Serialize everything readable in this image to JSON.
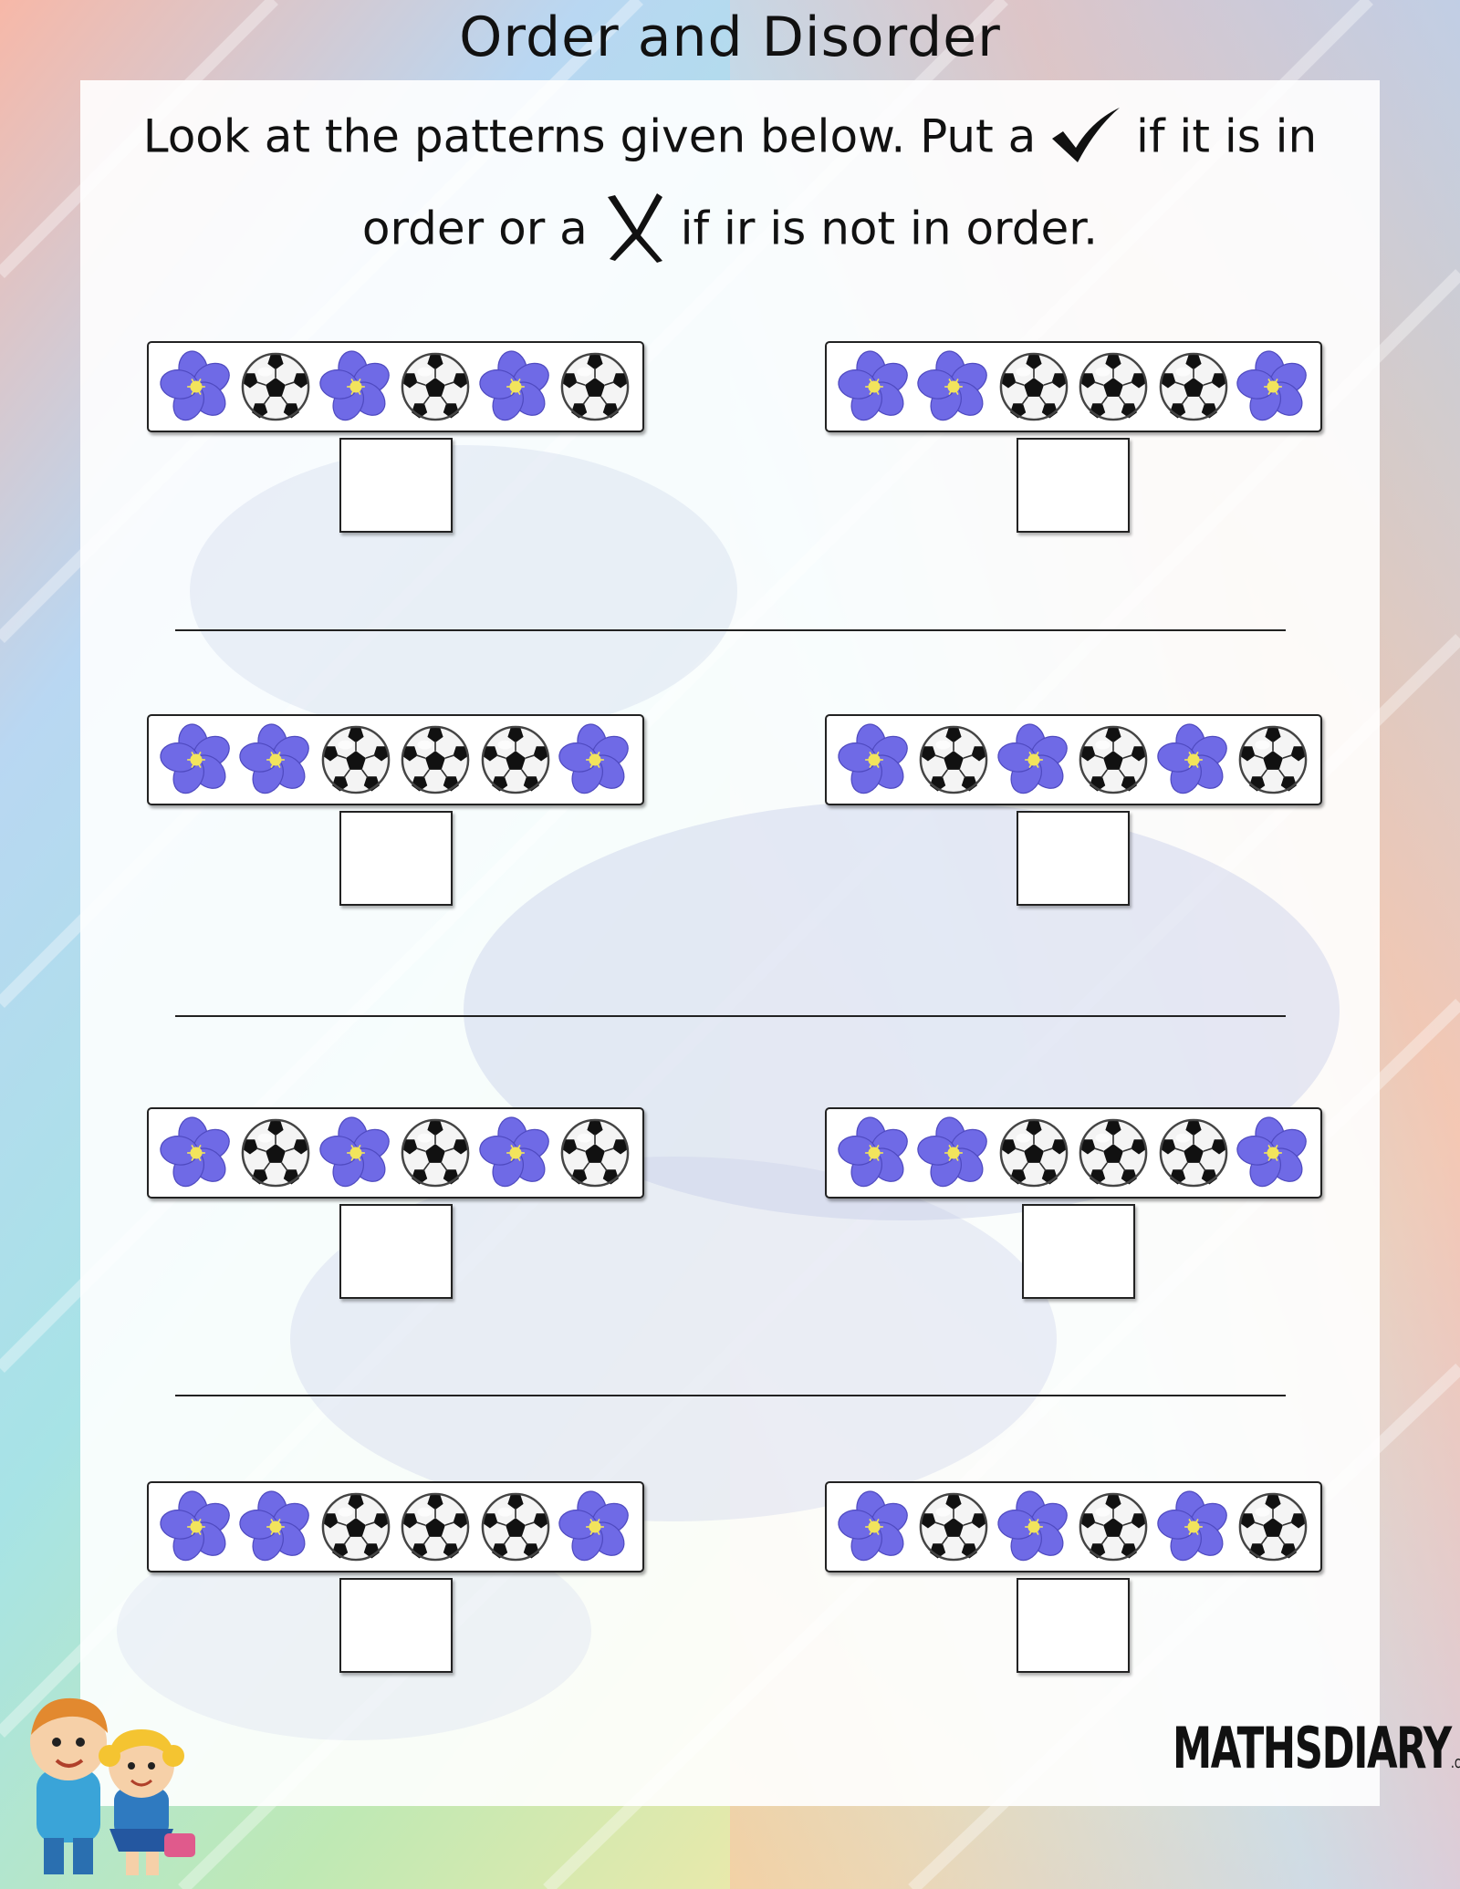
{
  "title": "Order and Disorder",
  "instruction": {
    "line1_before": "Look at the patterns given below. Put a",
    "line1_after": "if it is in",
    "line2_before": "order or a",
    "line2_after": "if ir is not in order.",
    "check_icon": "check-mark-icon",
    "cross_icon": "cross-mark-icon"
  },
  "patterns": [
    [
      "flower",
      "ball",
      "flower",
      "ball",
      "flower",
      "ball"
    ],
    [
      "flower",
      "flower",
      "ball",
      "ball",
      "ball",
      "flower"
    ],
    [
      "flower",
      "flower",
      "ball",
      "ball",
      "ball",
      "flower"
    ],
    [
      "flower",
      "ball",
      "flower",
      "ball",
      "flower",
      "ball"
    ],
    [
      "flower",
      "ball",
      "flower",
      "ball",
      "flower",
      "ball"
    ],
    [
      "flower",
      "flower",
      "ball",
      "ball",
      "ball",
      "flower"
    ],
    [
      "flower",
      "flower",
      "ball",
      "ball",
      "ball",
      "flower"
    ],
    [
      "flower",
      "ball",
      "flower",
      "ball",
      "flower",
      "ball"
    ]
  ],
  "logo": {
    "main": "MATHSDIARY",
    "suffix": ".com"
  },
  "colors": {
    "flower": "#6f6ae6",
    "flower_center": "#f2e45c",
    "ball_black": "#111111"
  }
}
